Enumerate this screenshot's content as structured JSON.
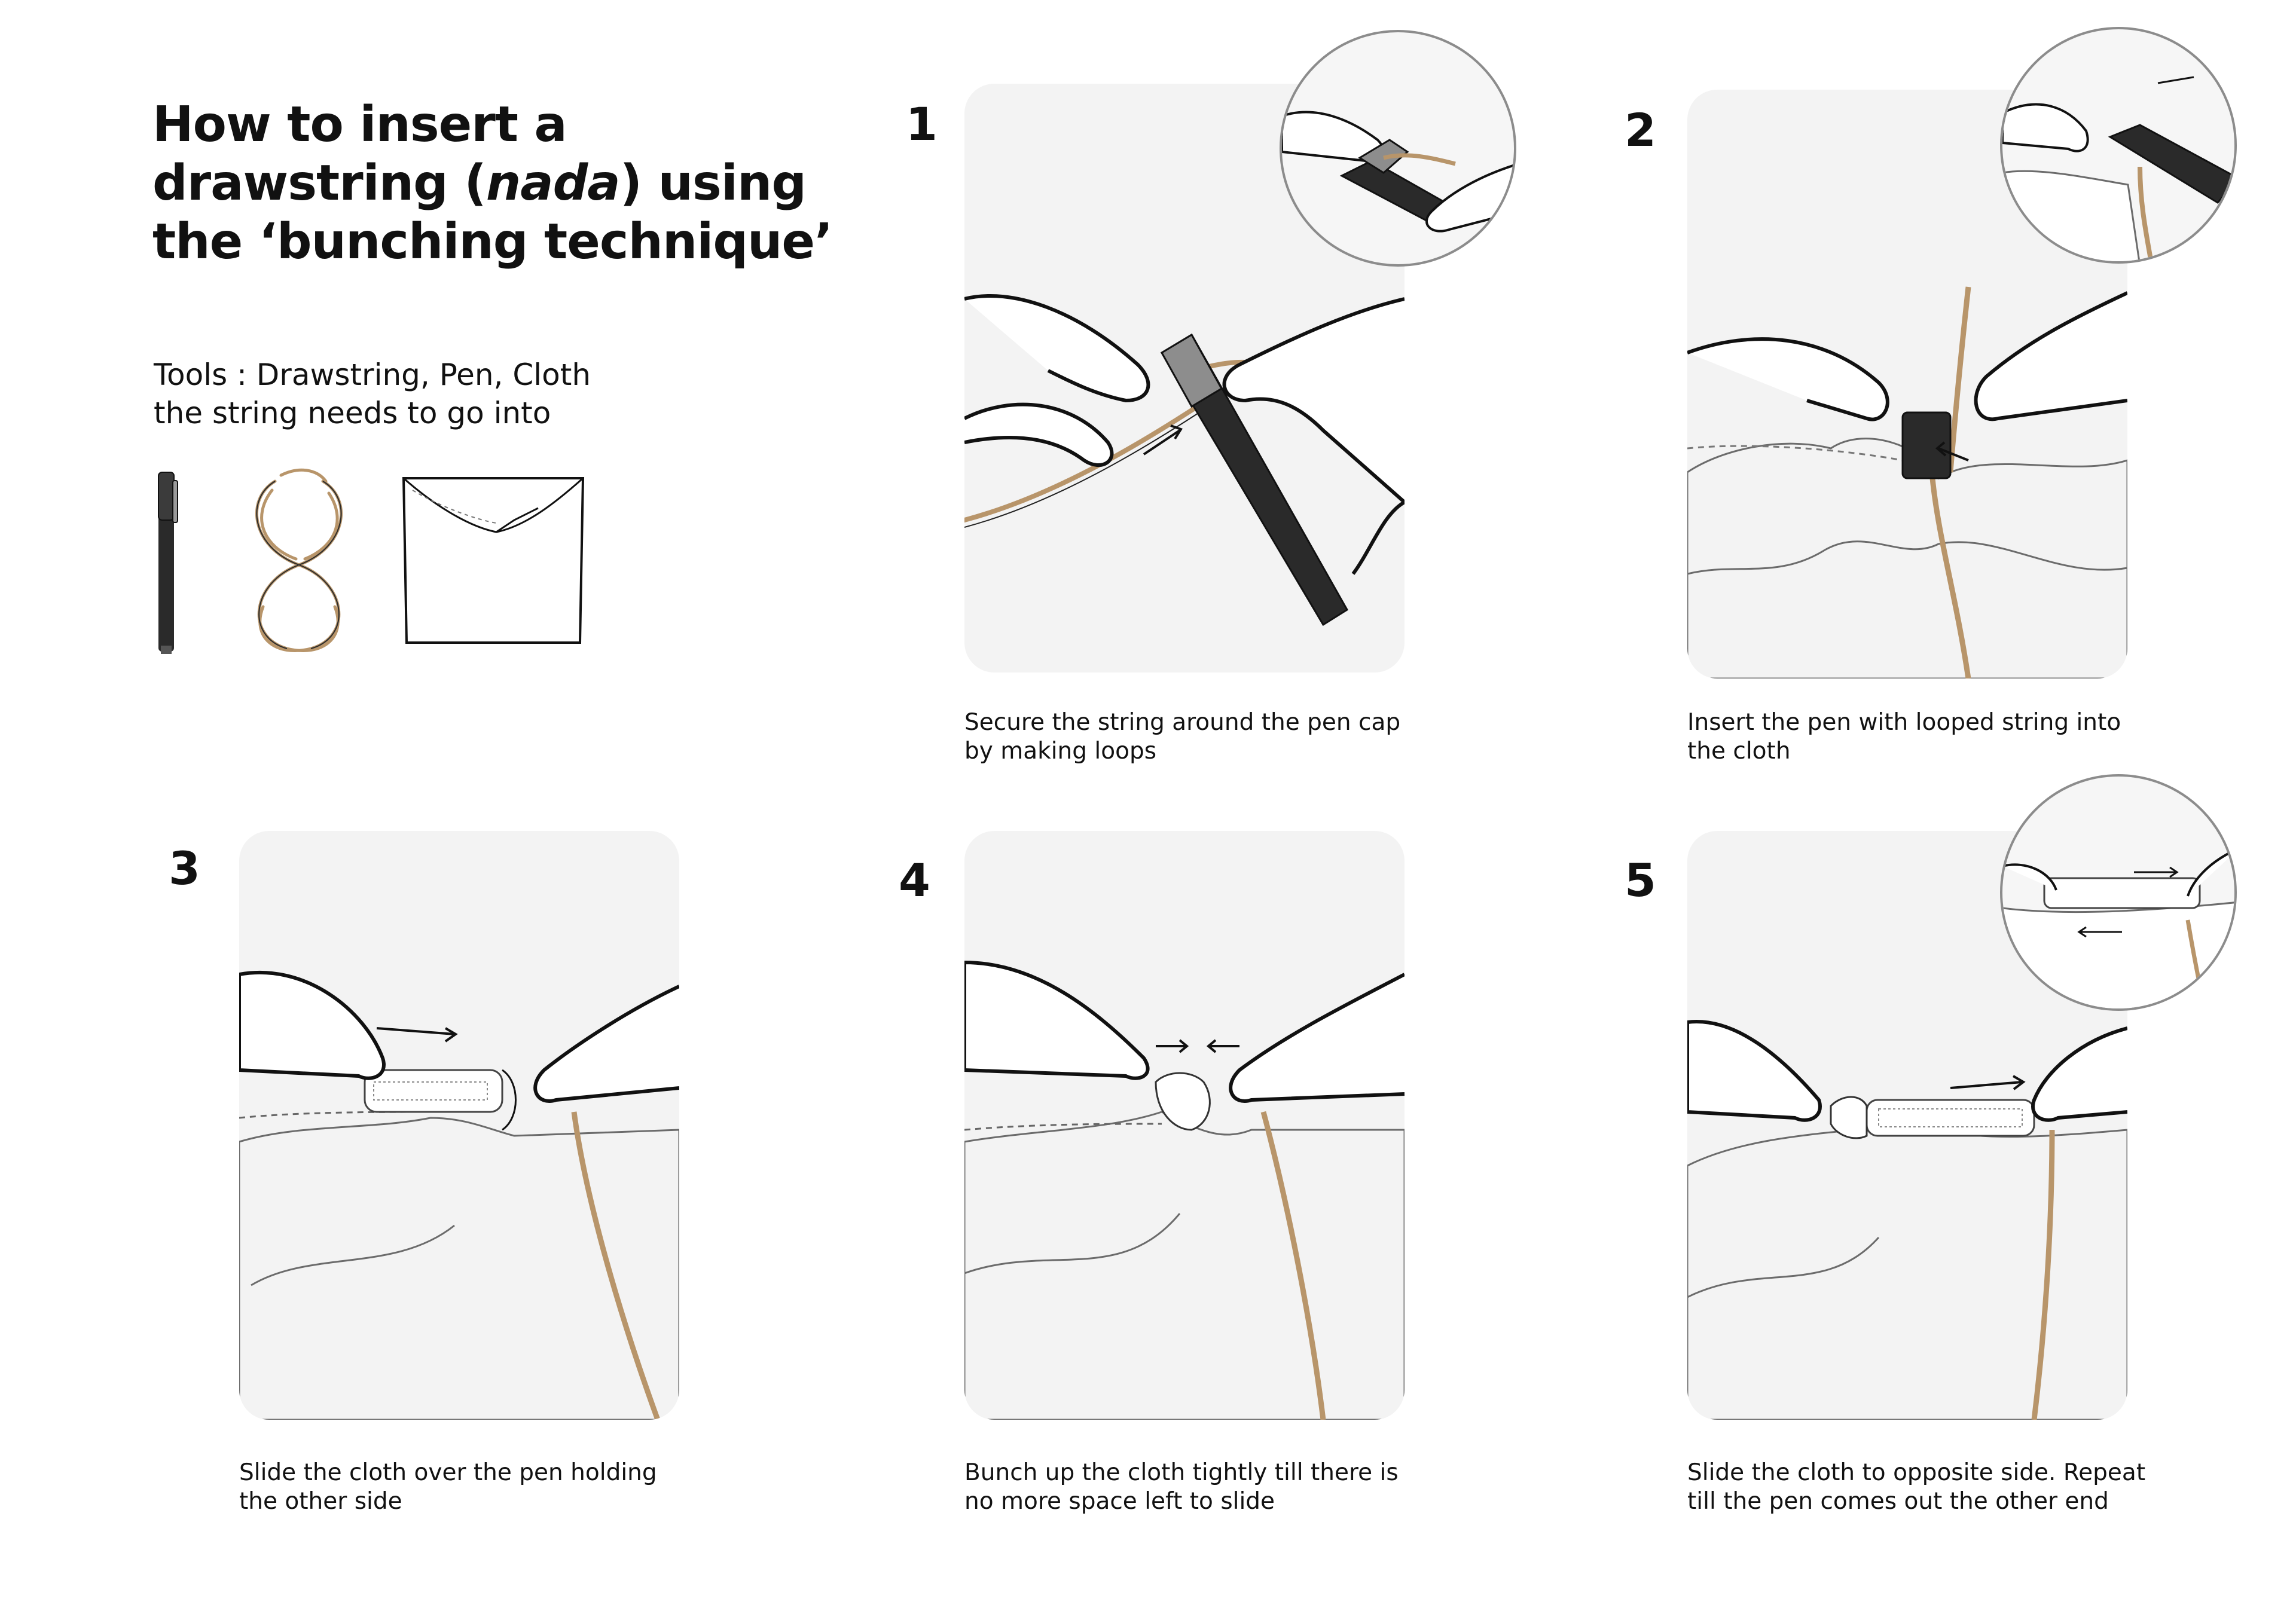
{
  "title": {
    "line1": "How to insert a",
    "line2_pre": "drawstring (",
    "line2_em": "nada",
    "line2_post": ") using",
    "line3": "the ‘bunching technique’"
  },
  "tools": {
    "line1": "Tools : Drawstring, Pen, Cloth",
    "line2": "the string needs to go into",
    "items": [
      "pen",
      "drawstring",
      "cloth"
    ]
  },
  "steps": [
    {
      "number": "1",
      "caption_line1": "Secure the string around the pen cap",
      "caption_line2": "by making loops"
    },
    {
      "number": "2",
      "caption_line1": "Insert the pen with looped string into",
      "caption_line2": "the cloth"
    },
    {
      "number": "3",
      "caption_line1": "Slide the cloth over the pen holding",
      "caption_line2": "the other side"
    },
    {
      "number": "4",
      "caption_line1": "Bunch up the cloth tightly till there is",
      "caption_line2": "no more space left to slide"
    },
    {
      "number": "5",
      "caption_line1": "Slide the cloth to opposite side. Repeat",
      "caption_line2": "till the pen comes out the other end"
    }
  ],
  "colors": {
    "panel_bg": "#f3f3f3",
    "ink": "#111111",
    "string": "#b8956a",
    "cloth_line": "#6b6b6b",
    "pen": "#2a2a2a"
  }
}
